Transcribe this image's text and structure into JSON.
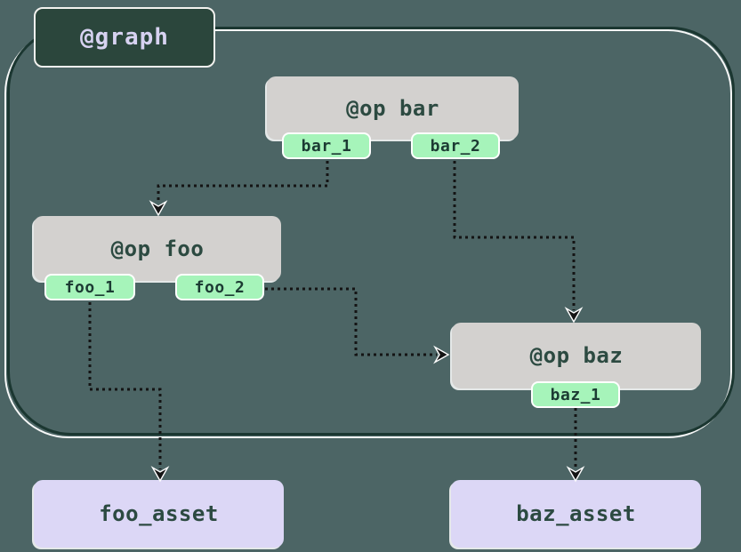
{
  "diagram": {
    "graph_label": "@graph",
    "ops": [
      {
        "id": "bar",
        "label": "@op bar",
        "outputs": [
          "bar_1",
          "bar_2"
        ]
      },
      {
        "id": "foo",
        "label": "@op foo",
        "outputs": [
          "foo_1",
          "foo_2"
        ]
      },
      {
        "id": "baz",
        "label": "@op baz",
        "outputs": [
          "baz_1"
        ]
      }
    ],
    "assets": [
      {
        "id": "foo_asset",
        "label": "foo_asset"
      },
      {
        "id": "baz_asset",
        "label": "baz_asset"
      }
    ],
    "edges": [
      {
        "from": "bar_1",
        "to": "@op foo"
      },
      {
        "from": "bar_2",
        "to": "@op baz"
      },
      {
        "from": "foo_2",
        "to": "@op baz"
      },
      {
        "from": "foo_1",
        "to": "foo_asset"
      },
      {
        "from": "baz_1",
        "to": "baz_asset"
      }
    ],
    "colors": {
      "background": "#4c6565",
      "graph_border": "#1b3731",
      "graph_label_bg": "#2b463c",
      "graph_label_text": "#d7d2f1",
      "op_bg": "#d3d1cf",
      "op_text": "#2c4a41",
      "output_tag_bg": "#a6f4ba",
      "output_tag_text": "#1c3b33",
      "asset_bg": "#dcd7f6",
      "asset_text": "#2c4a41",
      "edge_color": "#141414"
    }
  }
}
